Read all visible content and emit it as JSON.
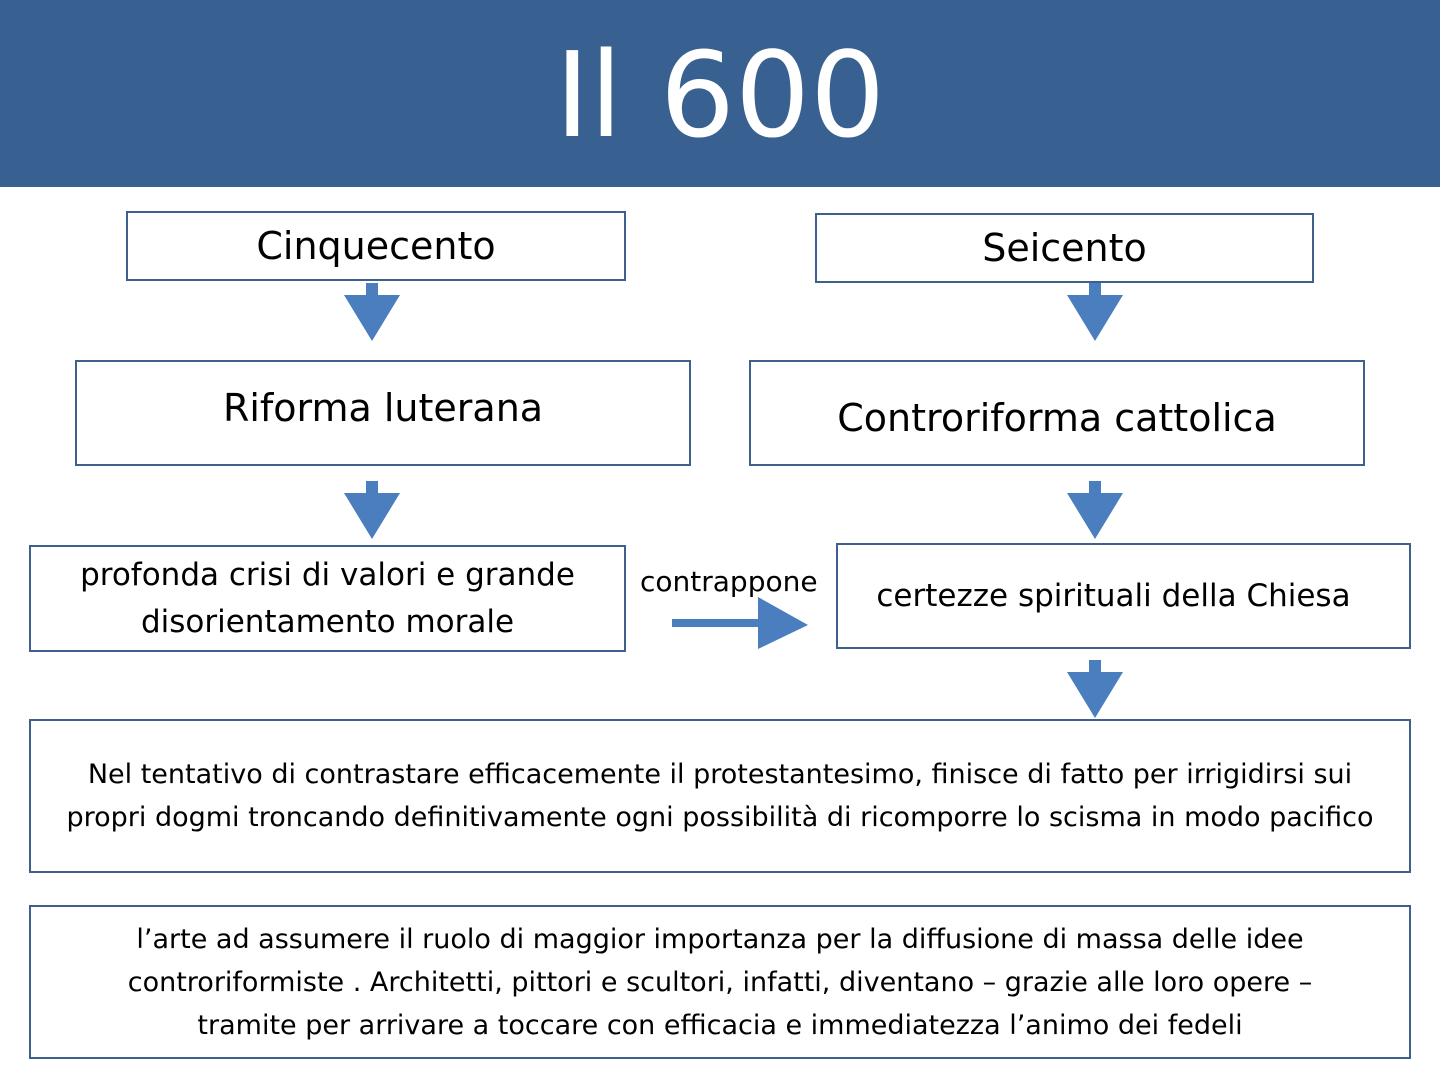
{
  "title": "Il 600",
  "colors": {
    "header": "#386192",
    "arrow": "#4a7ebf",
    "border": "#3f5f8f"
  },
  "boxes": {
    "cinquecento": "Cinquecento",
    "seicento": "Seicento",
    "riforma": "Riforma luterana",
    "controriforma": "Controriforma cattolica",
    "crisi": "profonda crisi di valori e grande disorientamento morale",
    "certezze": "certezze spirituali della Chiesa",
    "tentativo": "Nel tentativo di contrastare efficacemente il protestantesimo, finisce di fatto per irrigidirsi sui propri dogmi troncando definitivamente ogni possibilità di ricomporre lo scisma in modo pacifico",
    "arte": "l’arte ad assumere il ruolo di maggior importanza per la diffusione di massa delle idee controriformiste . Architetti, pittori e scultori, infatti, diventano – grazie alle loro opere – tramite per arrivare a toccare con efficacia e immediatezza l’animo dei fedeli"
  },
  "connector_label": "contrappone"
}
